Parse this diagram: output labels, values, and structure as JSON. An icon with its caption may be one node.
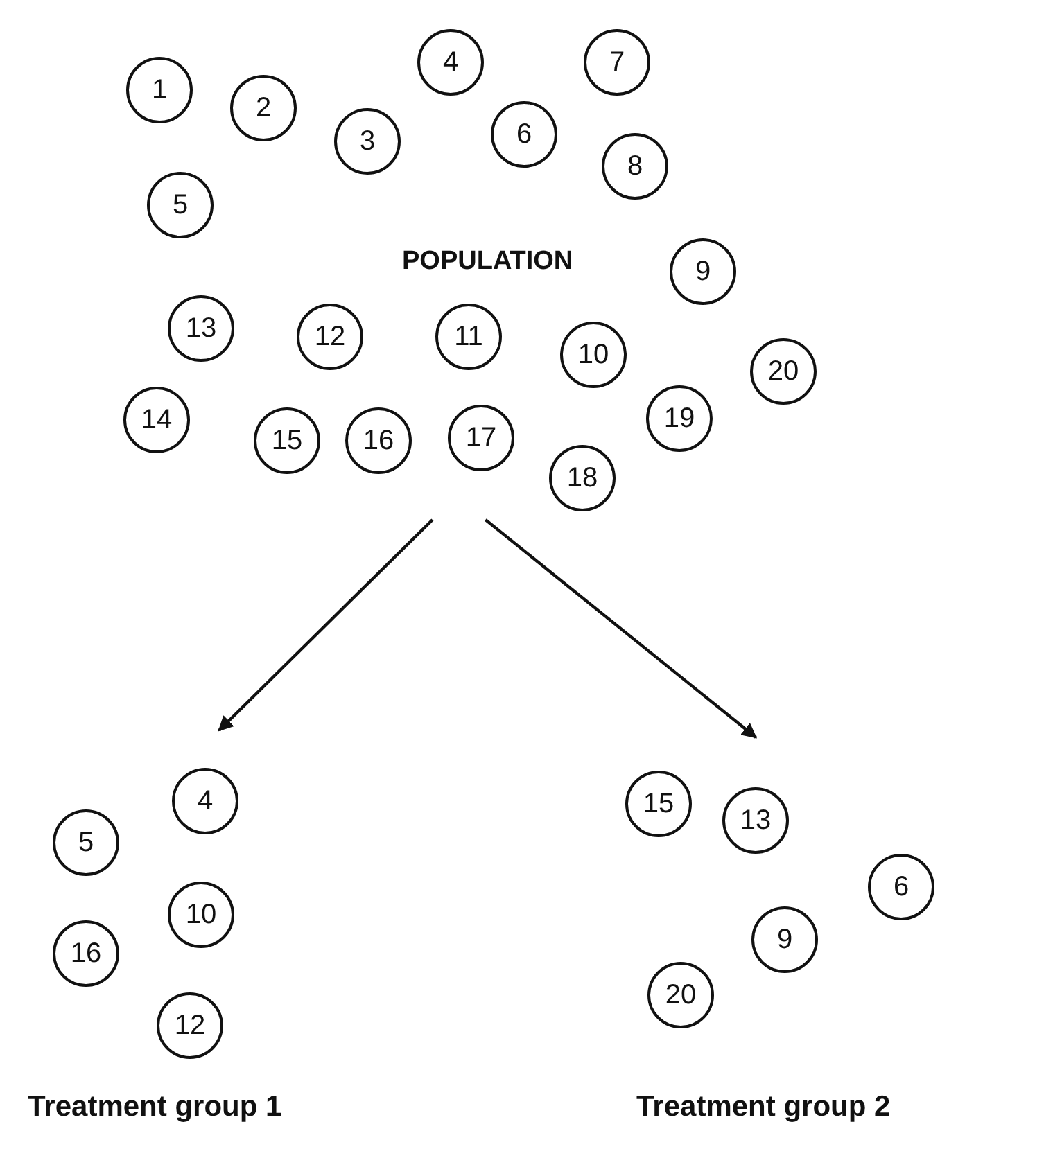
{
  "diagram": {
    "nodes": [
      {
        "text": [
          "POPULATION"
        ]
      },
      {
        "text": [
          "1"
        ],
        "in": 0
      },
      {
        "text": [
          "2"
        ],
        "in": 0
      },
      {
        "text": [
          "3"
        ],
        "in": 0
      },
      {
        "text": [
          "4"
        ],
        "in": 0
      },
      {
        "text": [
          "5"
        ],
        "in": 0
      },
      {
        "text": [
          "6"
        ],
        "in": 0
      },
      {
        "text": [
          "7"
        ],
        "in": 0
      },
      {
        "text": [
          "8"
        ],
        "in": 0
      },
      {
        "text": [
          "9"
        ],
        "in": 0
      },
      {
        "text": [
          "10"
        ],
        "in": 0
      },
      {
        "text": [
          "11"
        ],
        "in": 0
      },
      {
        "text": [
          "12"
        ],
        "in": 0
      },
      {
        "text": [
          "13"
        ],
        "in": 0
      },
      {
        "text": [
          "14"
        ],
        "in": 0
      },
      {
        "text": [
          "15"
        ],
        "in": 0
      },
      {
        "text": [
          "16"
        ],
        "in": 0
      },
      {
        "text": [
          "17"
        ],
        "in": 0
      },
      {
        "text": [
          "18"
        ],
        "in": 0
      },
      {
        "text": [
          "19"
        ],
        "in": 0
      },
      {
        "text": [
          "20"
        ],
        "in": 0
      },
      {
        "text": [
          "Treatment group 1"
        ]
      },
      {
        "text": [
          "4"
        ],
        "in": 21
      },
      {
        "text": [
          "5"
        ],
        "in": 21
      },
      {
        "text": [
          "10"
        ],
        "in": 21
      },
      {
        "text": [
          "16"
        ],
        "in": 21
      },
      {
        "text": [
          "12"
        ],
        "in": 21
      },
      {
        "text": [
          "Treatment group 2"
        ]
      },
      {
        "text": [
          "15"
        ],
        "in": 27
      },
      {
        "text": [
          "13"
        ],
        "in": 27
      },
      {
        "text": [
          "6"
        ],
        "in": 27
      },
      {
        "text": [
          "9"
        ],
        "in": 27
      },
      {
        "text": [
          "20"
        ],
        "in": 27
      }
    ],
    "edges": [
      {
        "from": 0,
        "to": 21,
        "arrow": "to"
      },
      {
        "from": 0,
        "to": 27,
        "arrow": "to"
      }
    ]
  }
}
